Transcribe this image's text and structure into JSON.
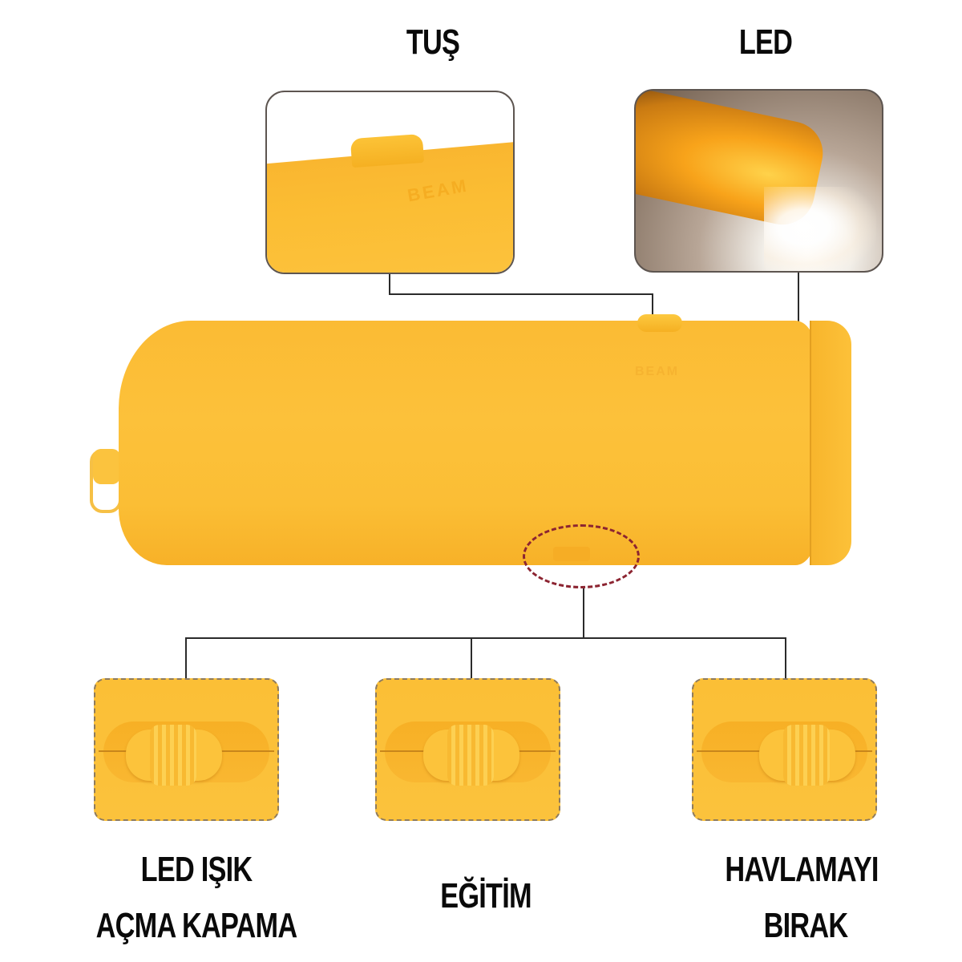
{
  "callouts": {
    "top_left": {
      "title": "TUŞ",
      "image_text": "BEAM"
    },
    "top_right": {
      "title": "LED"
    }
  },
  "device": {
    "body_color": "#fbbe35",
    "embossed_text": "BEAM",
    "highlight_ring_color": "#8c2431"
  },
  "switch_positions": [
    {
      "label_line1": "LED IŞIK",
      "label_line2": "AÇMA KAPAMA",
      "knob_position": "left"
    },
    {
      "label_line1": "EĞİTİM",
      "label_line2": "",
      "knob_position": "center"
    },
    {
      "label_line1": "HAVLAMAYI",
      "label_line2": "BIRAK",
      "knob_position": "right"
    }
  ],
  "colors": {
    "accent_yellow": "#fbbe35",
    "line": "#2b2b2b",
    "text": "#0a0a0a"
  }
}
